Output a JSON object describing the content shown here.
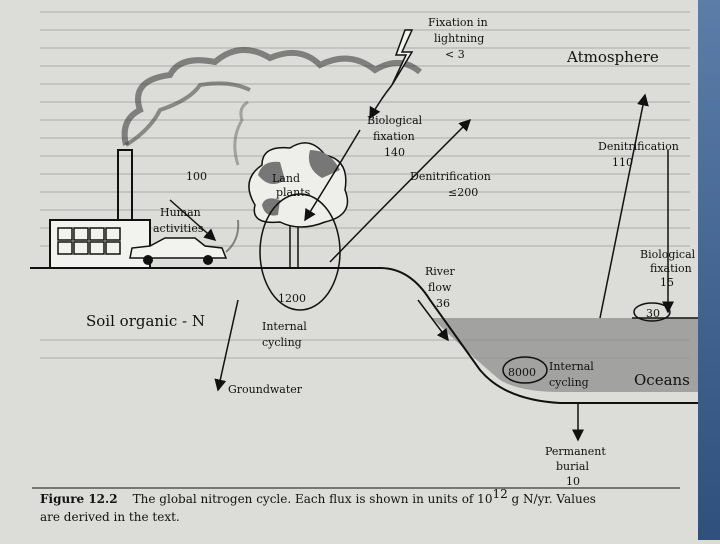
{
  "atmosphere": "Atmosphere",
  "oceans": "Oceans",
  "soil": "Soil organic - N",
  "groundwater": "Groundwater",
  "lightning": {
    "line1": "Fixation in",
    "line2": "lightning",
    "line3": "< 3"
  },
  "bio_land": {
    "line1": "Biological",
    "line2": "fixation",
    "line3": "140"
  },
  "denit_land": {
    "line1": "Denitrification",
    "line2": "≤200"
  },
  "denit_ocean": {
    "line1": "Denitrification",
    "line2": "110"
  },
  "bio_ocean": {
    "line1": "Biological",
    "line2": "fixation",
    "line3": "15"
  },
  "human": {
    "line1": "Human",
    "line2": "activities",
    "value": "100"
  },
  "plants": {
    "line1": "Land",
    "line2": "plants"
  },
  "soil_pool": "1200",
  "internal_land": {
    "line1": "Internal",
    "line2": "cycling"
  },
  "river": {
    "line1": "River",
    "line2": "flow",
    "line3": "36"
  },
  "ocean_pool": "8000",
  "internal_ocean": {
    "line1": "Internal",
    "line2": "cycling"
  },
  "ocean_surface": "30",
  "burial": {
    "line1": "Permanent",
    "line2": "burial",
    "line3": "10"
  },
  "caption": {
    "prefix": "Figure 12.2",
    "line1": "The global nitrogen cycle. Each flux is shown in units of 10",
    "sup": "12",
    "line1b": " g N/yr. Values",
    "line2": "are derived in the text."
  },
  "colors": {
    "page": "#dcdcd8",
    "ocean": "#8f8f8f",
    "frame": "#3d5f8f"
  }
}
